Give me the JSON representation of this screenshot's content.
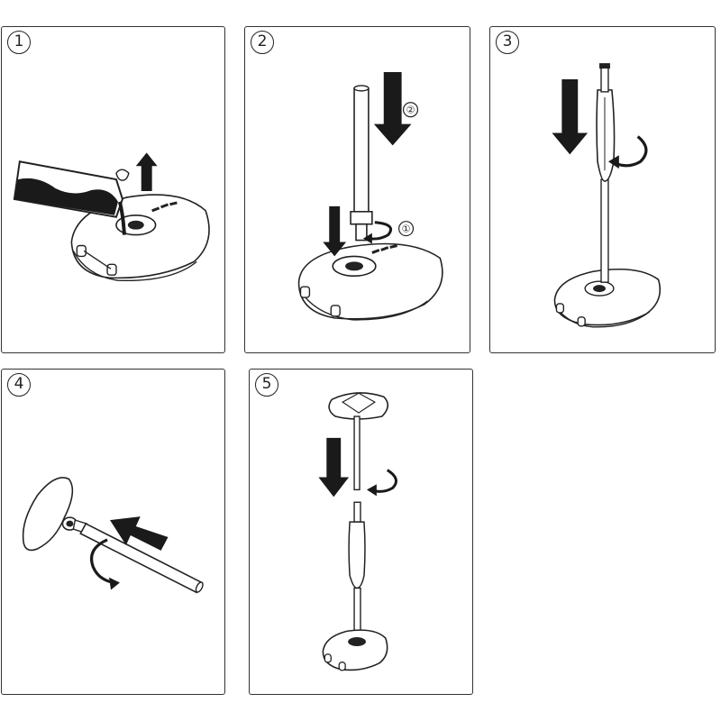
{
  "steps": [
    {
      "number": "1",
      "marker": ""
    },
    {
      "number": "2",
      "markers": [
        "①",
        "②"
      ]
    },
    {
      "number": "3"
    },
    {
      "number": "4"
    },
    {
      "number": "5"
    }
  ],
  "colors": {
    "line": "#222222",
    "fill": "#ffffff",
    "dark": "#1a1a1a"
  },
  "icons": [
    "down-arrow-icon",
    "up-arrow-icon",
    "left-arrow-icon",
    "rotate-arrow-icon"
  ]
}
